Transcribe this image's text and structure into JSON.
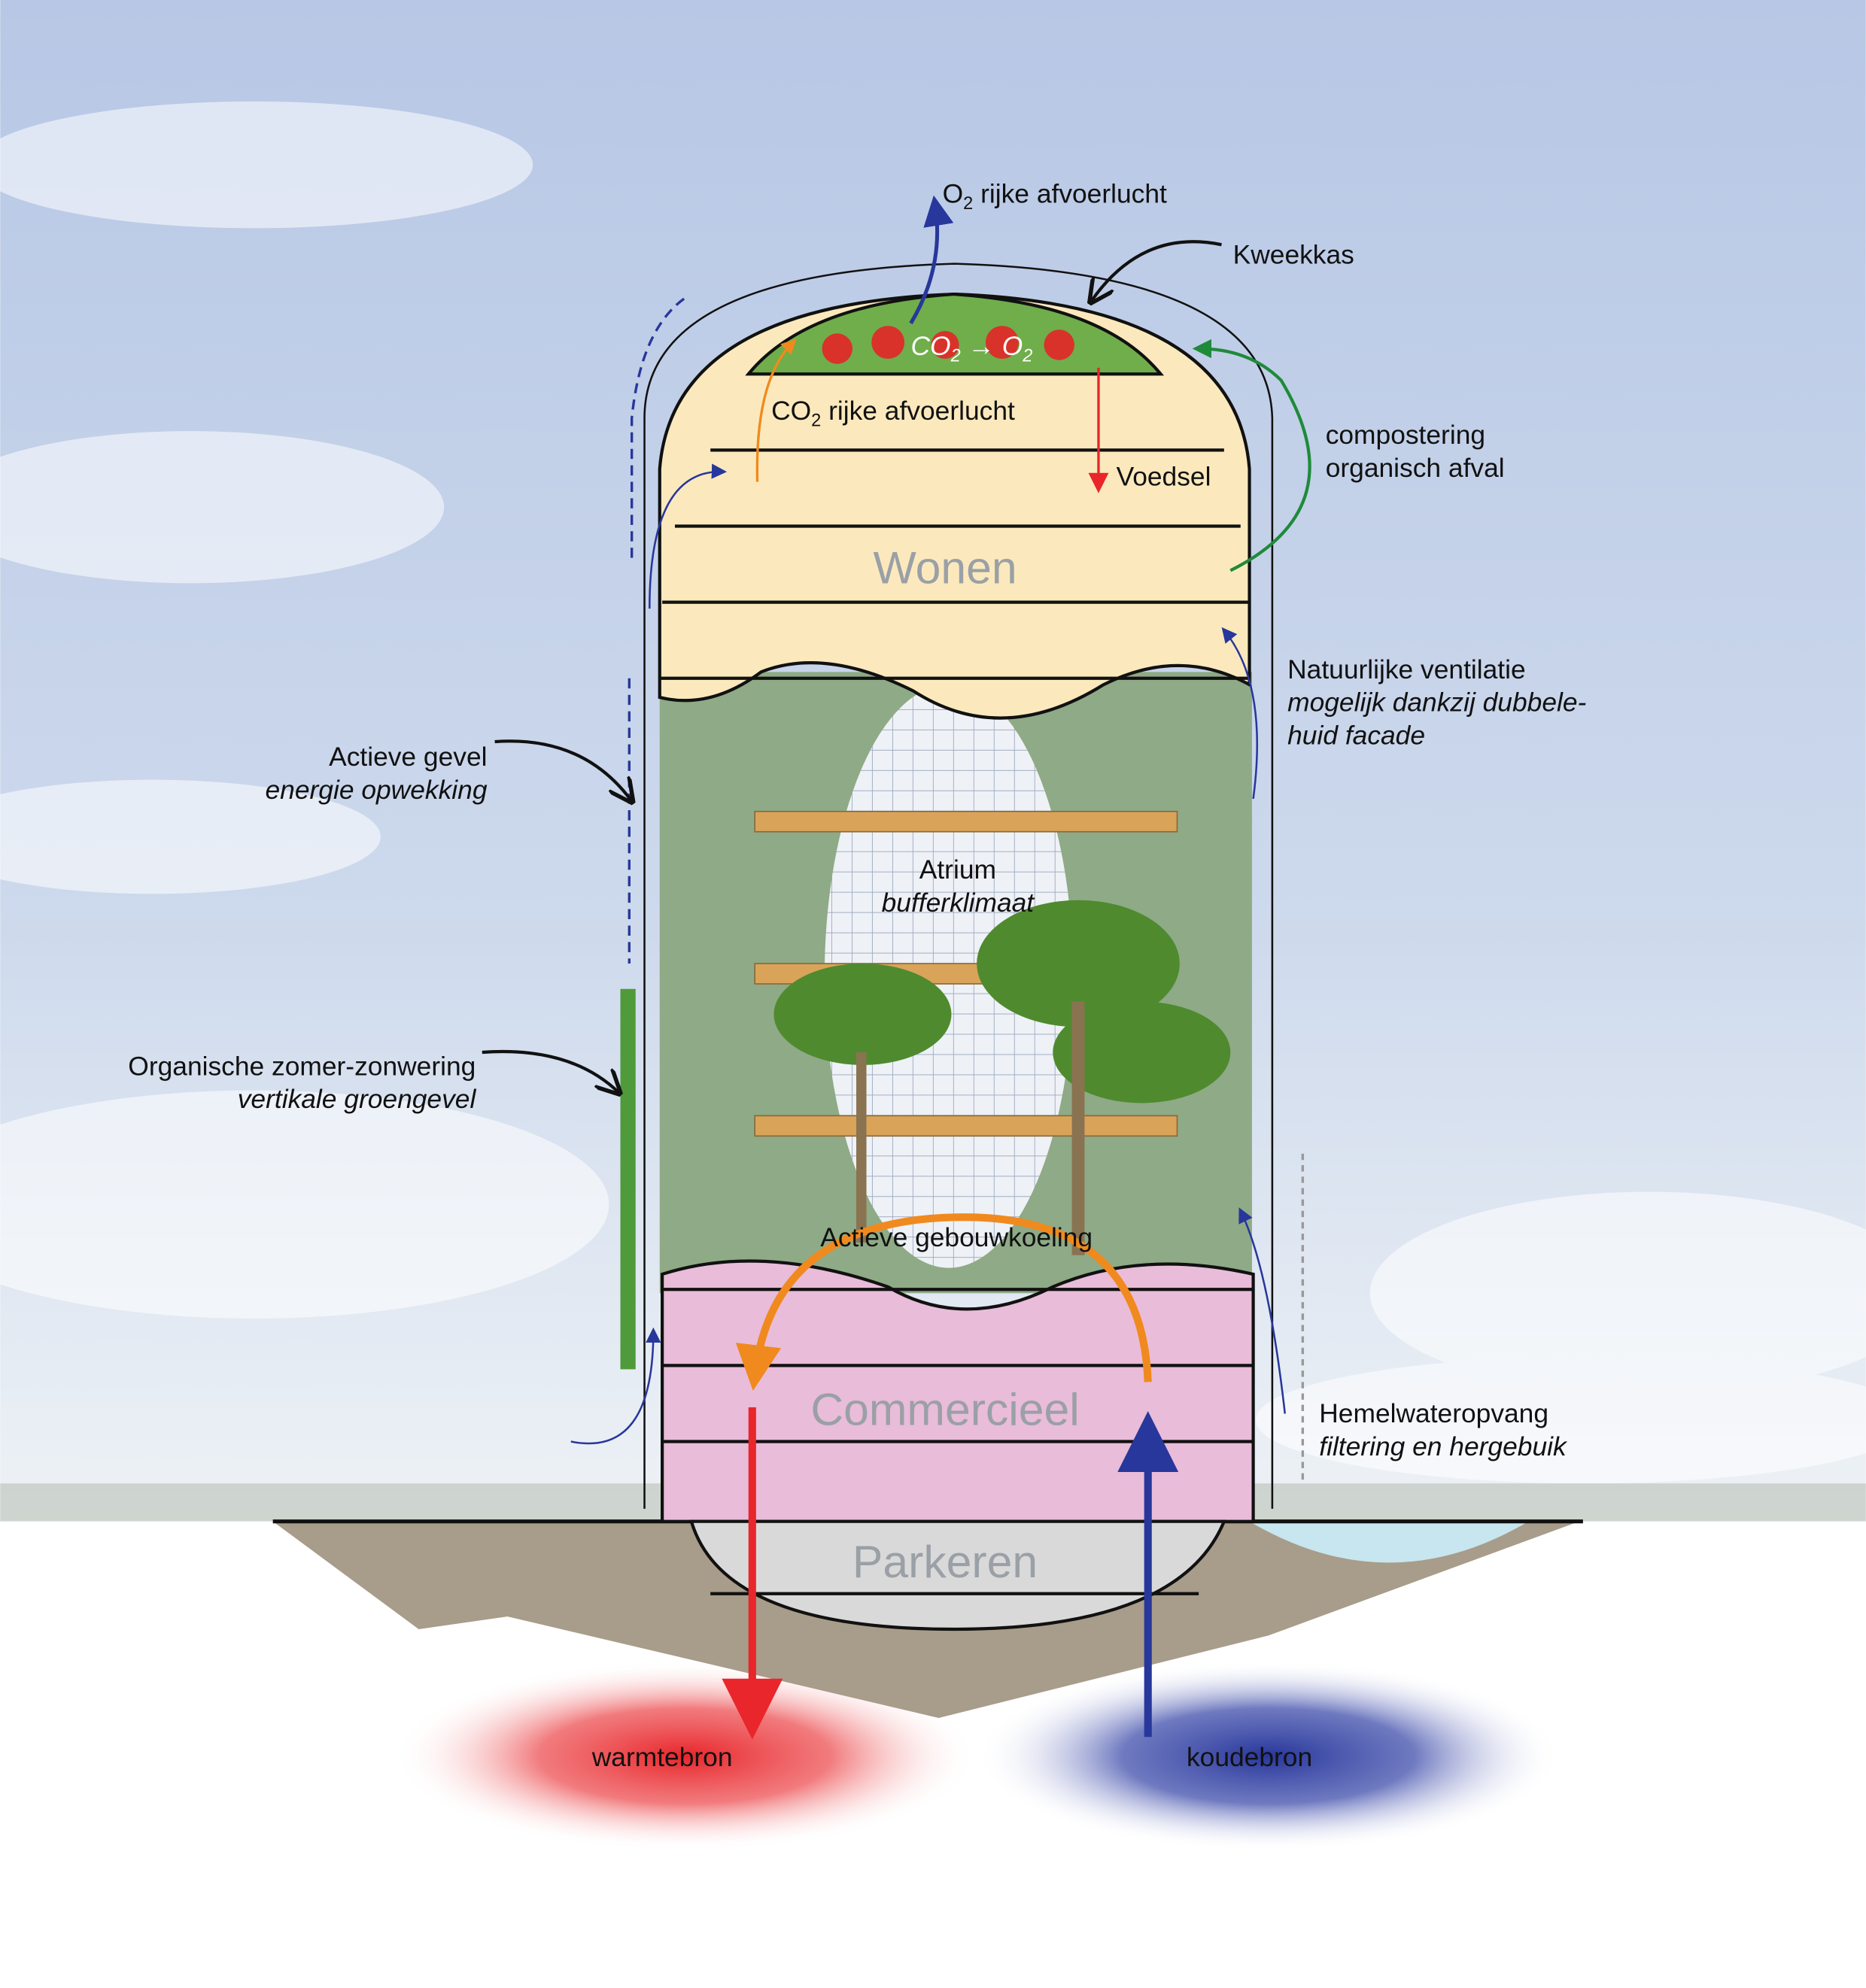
{
  "labels": {
    "o2_exhaust": {
      "main": "O",
      "sub": "2",
      "rest": " rijke afvoerlucht"
    },
    "kweekkas": "Kweekkas",
    "co2_to_o2": {
      "a": "CO",
      "a_sub": "2",
      "arrow": " → ",
      "b": "O",
      "b_sub": "2"
    },
    "co2_exhaust": {
      "main": "CO",
      "sub": "2",
      "rest": " rijke afvoerlucht"
    },
    "voedsel": "Voedsel",
    "compost": {
      "line1": "compostering",
      "line2": "organisch afval"
    },
    "wonen": "Wonen",
    "ventilation": {
      "line1": "Natuurlijke ventilatie",
      "line2": "mogelijk dankzij dubbele-",
      "line3": "huid facade"
    },
    "active_facade": {
      "line1": "Actieve gevel",
      "line2": "energie opwekking"
    },
    "atrium": {
      "line1": "Atrium",
      "line2": "bufferklimaat"
    },
    "green_facade": {
      "line1": "Organische zomer-zonwering",
      "line2": "vertikale groengevel"
    },
    "cooling": "Actieve gebouwkoeling",
    "commercieel": "Commercieel",
    "rainwater": {
      "line1": "Hemelwateropvang",
      "line2": "filtering en hergebuik"
    },
    "parkeren": "Parkeren",
    "warm_source": "warmtebron",
    "cold_source": "koudebron"
  },
  "colors": {
    "wonen": "#fbe9bd",
    "commercieel": "#e9bcd9",
    "parkeren": "#d9d9d9",
    "greenhouse": "#6fae4a",
    "atrium": "#8faa86",
    "warm": "#e8262b",
    "cold": "#28379b",
    "cooling": "#f08a1e",
    "compost": "#1f8a3a"
  }
}
